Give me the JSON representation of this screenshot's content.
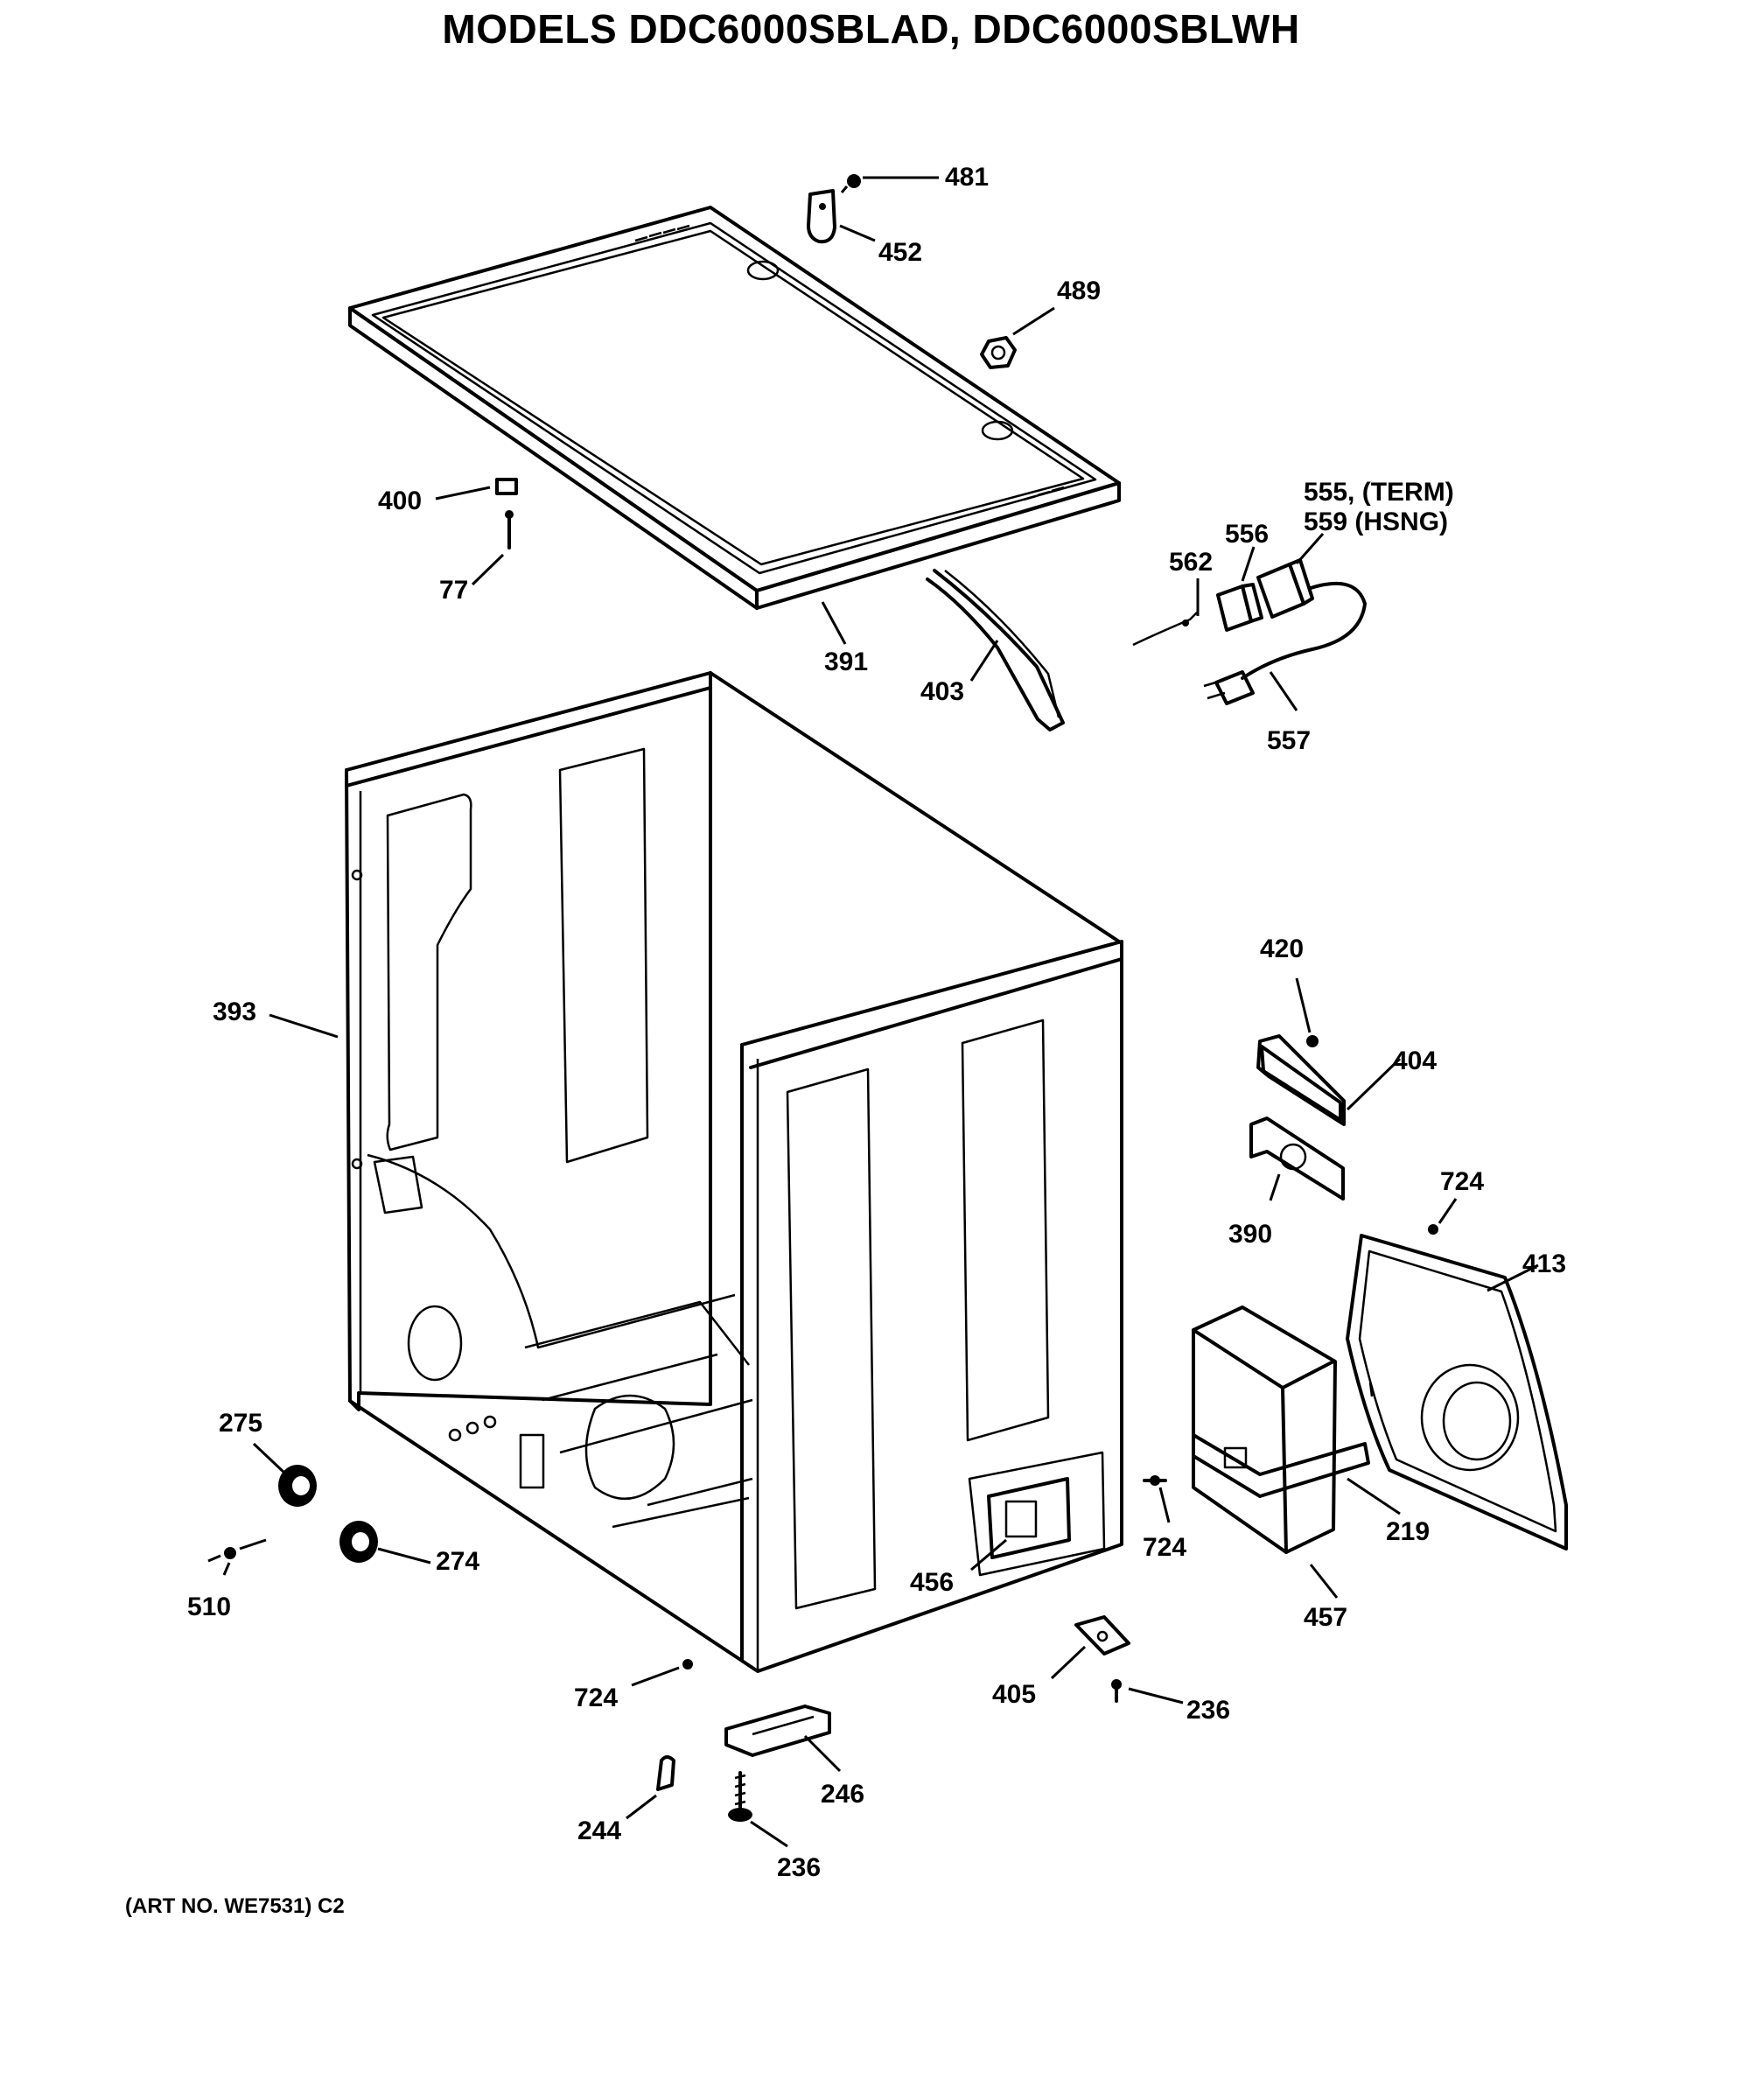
{
  "title": "MODELS DDC6000SBLAD, DDC6000SBLWH",
  "art_number": "(ART NO. WE7531) C2",
  "callouts": {
    "c481": "481",
    "c452": "452",
    "c489": "489",
    "c400": "400",
    "c77": "77",
    "c391": "391",
    "c403": "403",
    "c555": "555, (TERM)",
    "c559": "559  (HSNG)",
    "c556": "556",
    "c562": "562",
    "c557": "557",
    "c420": "420",
    "c404": "404",
    "c393": "393",
    "c724a": "724",
    "c390": "390",
    "c413": "413",
    "c275": "275",
    "c219": "219",
    "c510": "510",
    "c274": "274",
    "c724b": "724",
    "c456": "456",
    "c457": "457",
    "c724c": "724",
    "c405": "405",
    "c236a": "236",
    "c246": "246",
    "c244": "244",
    "c236b": "236"
  }
}
